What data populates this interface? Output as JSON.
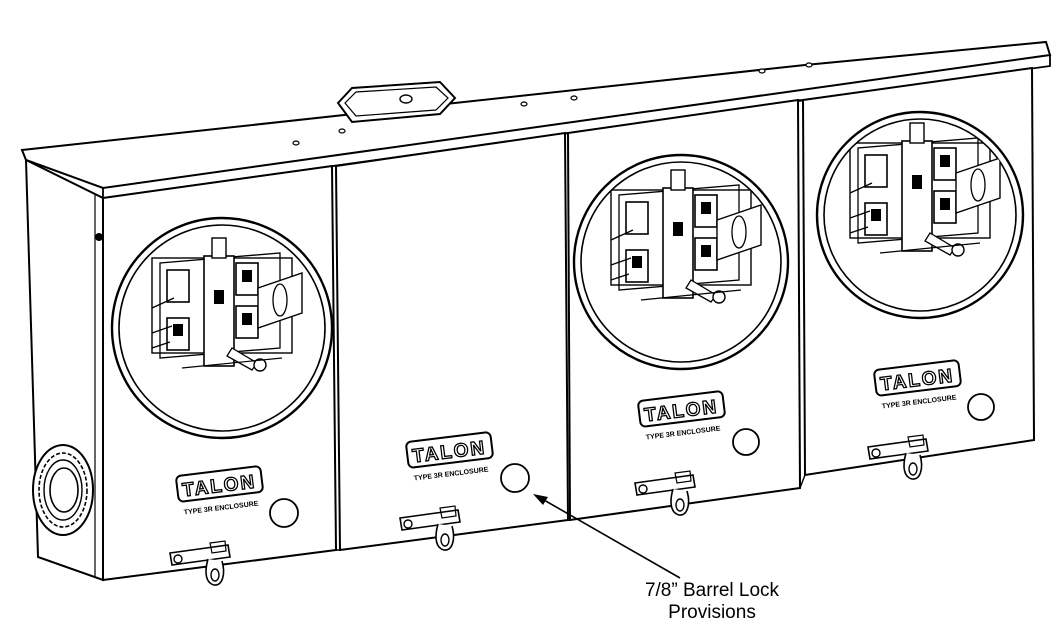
{
  "brand": {
    "name": "TALON",
    "subtitle": "TYPE 3R ENCLOSURE"
  },
  "callout": {
    "line1": "7/8” Barrel Lock",
    "line2": "Provisions"
  }
}
